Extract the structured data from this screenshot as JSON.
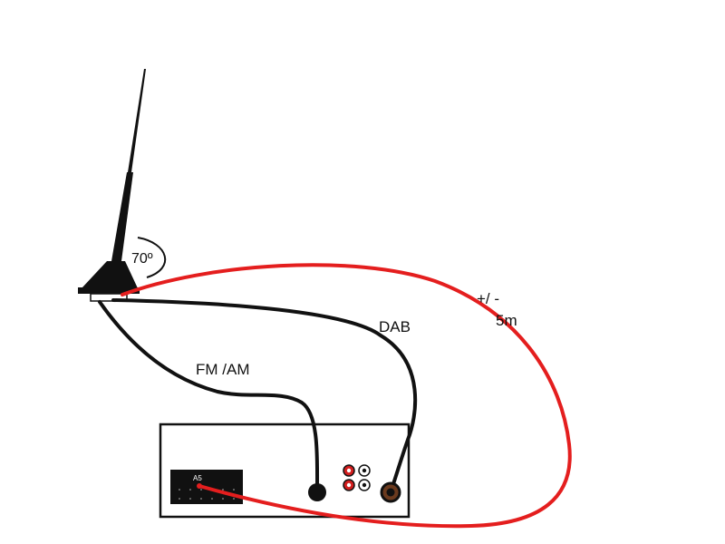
{
  "labels": {
    "angle": "70º",
    "dab": "DAB",
    "fm_am": "FM /AM",
    "length_prefix": "+/ -",
    "length_value": "5m",
    "connector": "A5"
  },
  "colors": {
    "black_cable": "#111111",
    "red_cable": "#e41e1e",
    "antenna": "#111111",
    "unit_outline": "#111111",
    "rca_red": "#d21e1e",
    "dab_socket": "#6b3a1e",
    "background": "#ffffff"
  },
  "icons": {
    "antenna": "car-roof-antenna-icon",
    "head_unit": "car-radio-head-unit-icon"
  }
}
